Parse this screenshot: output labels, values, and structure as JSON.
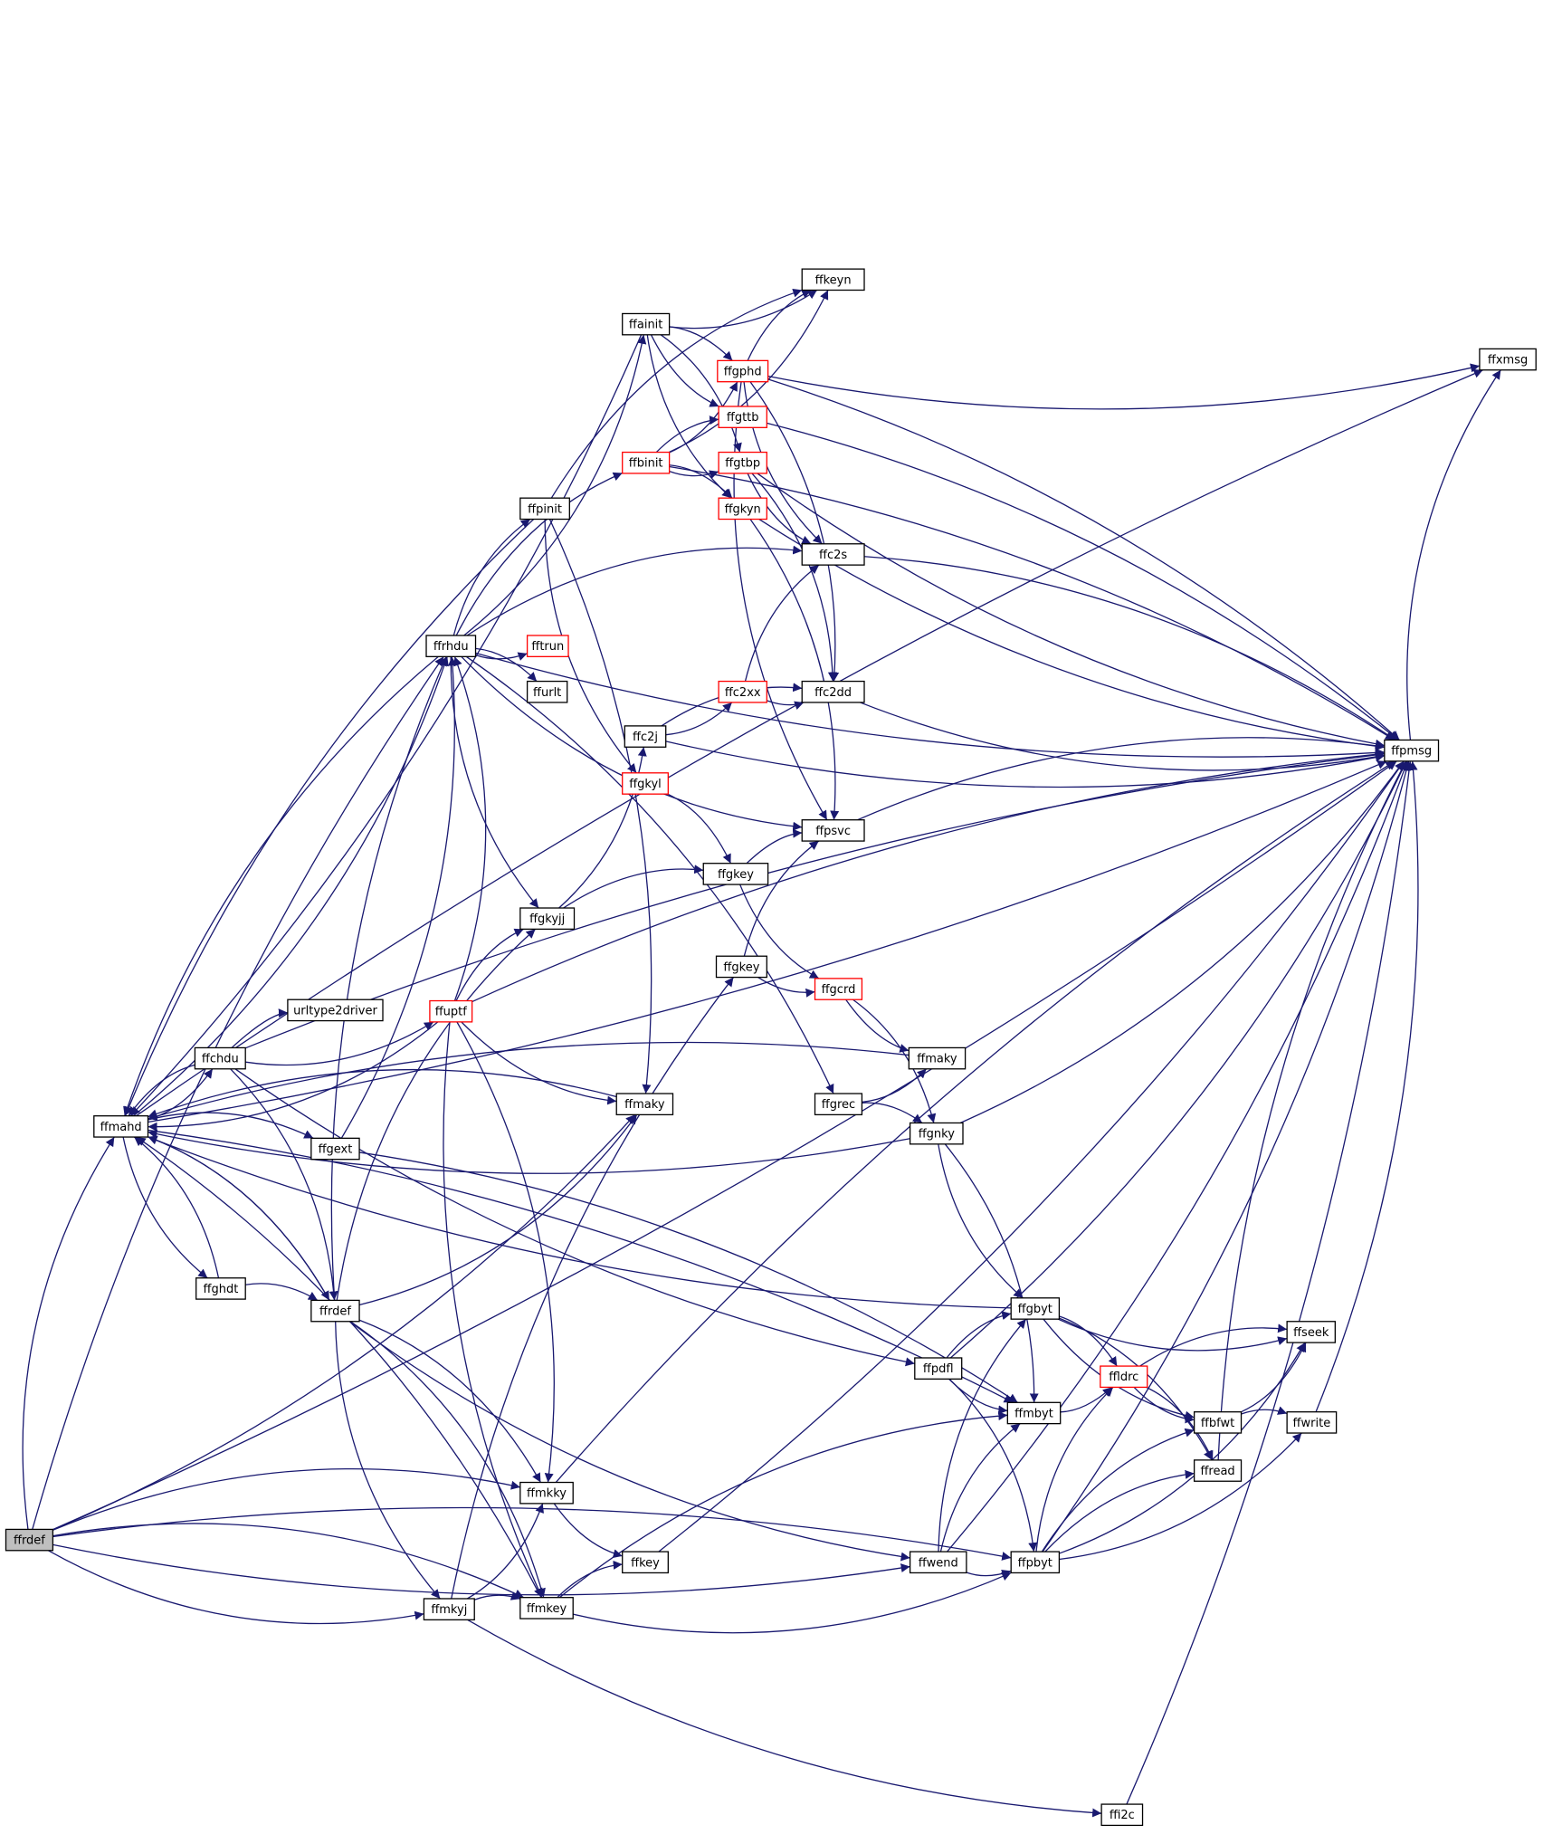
{
  "colors": {
    "edge": "#191970",
    "node_border": "#000000",
    "node_border_truncated": "#ff0000",
    "root_fill": "#bfbfbf",
    "node_fill": "#ffffff"
  },
  "nodes": [
    {
      "id": "ffrdef",
      "label": "ffrdef",
      "root": true
    },
    {
      "id": "ffmahd",
      "label": "ffmahd"
    },
    {
      "id": "ffchdu",
      "label": "ffchdu"
    },
    {
      "id": "ffghdt",
      "label": "ffghdt"
    },
    {
      "id": "ffrdef2",
      "label": "ffrdef"
    },
    {
      "id": "ffgext",
      "label": "ffgext"
    },
    {
      "id": "urltype2driver",
      "label": "urltype2driver"
    },
    {
      "id": "ffrhdu",
      "label": "ffrhdu"
    },
    {
      "id": "ffuptf",
      "label": "ffuptf",
      "truncated": true
    },
    {
      "id": "ffmkyj",
      "label": "ffmkyj"
    },
    {
      "id": "ffmkky",
      "label": "ffmkky"
    },
    {
      "id": "ffmkey",
      "label": "ffmkey"
    },
    {
      "id": "ffpinit",
      "label": "ffpinit"
    },
    {
      "id": "fftrun",
      "label": "fftrun",
      "truncated": true
    },
    {
      "id": "ffurlt",
      "label": "ffurlt"
    },
    {
      "id": "ffgkyjj",
      "label": "ffgkyjj"
    },
    {
      "id": "ffainit",
      "label": "ffainit"
    },
    {
      "id": "ffbinit",
      "label": "ffbinit",
      "truncated": true
    },
    {
      "id": "ffc2j",
      "label": "ffc2j"
    },
    {
      "id": "ffgkyl",
      "label": "ffgkyl",
      "truncated": true
    },
    {
      "id": "ffmaky",
      "label": "ffmaky"
    },
    {
      "id": "ffkey",
      "label": "ffkey"
    },
    {
      "id": "ffgphd",
      "label": "ffgphd",
      "truncated": true
    },
    {
      "id": "ffgttb",
      "label": "ffgttb",
      "truncated": true
    },
    {
      "id": "ffgtbp",
      "label": "ffgtbp",
      "truncated": true
    },
    {
      "id": "ffgkyn",
      "label": "ffgkyn",
      "truncated": true
    },
    {
      "id": "ffc2xx",
      "label": "ffc2xx",
      "truncated": true
    },
    {
      "id": "ffgkey",
      "label": "ffgkey"
    },
    {
      "id": "ffgkey2",
      "label": "ffgkey"
    },
    {
      "id": "ffkeyn",
      "label": "ffkeyn"
    },
    {
      "id": "ffc2s",
      "label": "ffc2s"
    },
    {
      "id": "ffc2dd",
      "label": "ffc2dd"
    },
    {
      "id": "ffpsvc",
      "label": "ffpsvc"
    },
    {
      "id": "ffgcrd",
      "label": "ffgcrd",
      "truncated": true
    },
    {
      "id": "ffgrec",
      "label": "ffgrec"
    },
    {
      "id": "ffwend",
      "label": "ffwend"
    },
    {
      "id": "ffmaky2",
      "label": "ffmaky"
    },
    {
      "id": "ffgnky",
      "label": "ffgnky"
    },
    {
      "id": "ffpdfl",
      "label": "ffpdfl"
    },
    {
      "id": "ffgbyt",
      "label": "ffgbyt"
    },
    {
      "id": "ffmbyt",
      "label": "ffmbyt"
    },
    {
      "id": "ffpbyt",
      "label": "ffpbyt"
    },
    {
      "id": "ffldrc",
      "label": "ffldrc",
      "truncated": true
    },
    {
      "id": "ffseek",
      "label": "ffseek"
    },
    {
      "id": "ffbfwt",
      "label": "ffbfwt"
    },
    {
      "id": "ffwrite",
      "label": "ffwrite"
    },
    {
      "id": "ffread",
      "label": "ffread"
    },
    {
      "id": "ffpmsg",
      "label": "ffpmsg"
    },
    {
      "id": "ffxmsg",
      "label": "ffxmsg"
    },
    {
      "id": "ffi2c",
      "label": "ffi2c"
    }
  ],
  "edges": [
    [
      "ffrdef",
      "ffmahd"
    ],
    [
      "ffrdef",
      "ffmaky"
    ],
    [
      "ffrdef",
      "ffmkky"
    ],
    [
      "ffrdef",
      "ffmkyj"
    ],
    [
      "ffrdef",
      "ffmkey"
    ],
    [
      "ffrdef",
      "ffwend"
    ],
    [
      "ffrdef",
      "ffpbyt"
    ],
    [
      "ffrdef",
      "ffpmsg"
    ],
    [
      "ffrdef",
      "ffrhdu"
    ],
    [
      "ffmahd",
      "ffchdu"
    ],
    [
      "ffmahd",
      "ffgext"
    ],
    [
      "ffmahd",
      "ffghdt"
    ],
    [
      "ffmahd",
      "ffrdef2"
    ],
    [
      "ffmahd",
      "ffrhdu"
    ],
    [
      "ffmahd",
      "ffmbyt"
    ],
    [
      "ffmahd",
      "ffpmsg"
    ],
    [
      "ffmahd",
      "ffxmsg"
    ],
    [
      "ffchdu",
      "ffmahd"
    ],
    [
      "ffchdu",
      "urltype2driver"
    ],
    [
      "ffchdu",
      "ffuptf"
    ],
    [
      "ffchdu",
      "ffrdef2"
    ],
    [
      "ffchdu",
      "ffpdfl"
    ],
    [
      "ffchdu",
      "ffpmsg"
    ],
    [
      "ffghdt",
      "ffmahd"
    ],
    [
      "ffghdt",
      "ffrdef2"
    ],
    [
      "ffrdef2",
      "ffmahd"
    ],
    [
      "ffrdef2",
      "ffrhdu"
    ],
    [
      "ffrdef2",
      "ffmaky"
    ],
    [
      "ffrdef2",
      "ffmkky"
    ],
    [
      "ffrdef2",
      "ffmkyj"
    ],
    [
      "ffrdef2",
      "ffmkey"
    ],
    [
      "ffrdef2",
      "ffwend"
    ],
    [
      "ffrdef2",
      "ffgkyjj"
    ],
    [
      "ffgext",
      "ffrhdu"
    ],
    [
      "ffgext",
      "ffmbyt"
    ],
    [
      "ffrhdu",
      "ffmahd"
    ],
    [
      "ffrhdu",
      "ffpinit"
    ],
    [
      "ffrhdu",
      "ffainit"
    ],
    [
      "ffrhdu",
      "ffbinit"
    ],
    [
      "ffrhdu",
      "fftrun"
    ],
    [
      "ffrhdu",
      "ffurlt"
    ],
    [
      "ffrhdu",
      "ffgkyjj"
    ],
    [
      "ffrhdu",
      "ffc2s"
    ],
    [
      "ffrhdu",
      "ffpsvc"
    ],
    [
      "ffrhdu",
      "ffgrec"
    ],
    [
      "ffrhdu",
      "ffpmsg"
    ],
    [
      "ffuptf",
      "ffmahd"
    ],
    [
      "ffuptf",
      "ffrhdu"
    ],
    [
      "ffuptf",
      "ffgkyjj"
    ],
    [
      "ffuptf",
      "ffmaky"
    ],
    [
      "ffuptf",
      "ffmkky"
    ],
    [
      "ffuptf",
      "ffmkey"
    ],
    [
      "ffuptf",
      "ffpmsg"
    ],
    [
      "ffmkyj",
      "ffmkky"
    ],
    [
      "ffmkyj",
      "ffmkey"
    ],
    [
      "ffmkyj",
      "ffi2c"
    ],
    [
      "ffmkyj",
      "ffgkey2"
    ],
    [
      "ffmkky",
      "ffkey"
    ],
    [
      "ffmkky",
      "ffpmsg"
    ],
    [
      "ffmkey",
      "ffmahd"
    ],
    [
      "ffmkey",
      "ffmbyt"
    ],
    [
      "ffmkey",
      "ffpbyt"
    ],
    [
      "ffmkey",
      "ffkey"
    ],
    [
      "ffpinit",
      "ffmahd"
    ],
    [
      "ffpinit",
      "ffkeyn"
    ],
    [
      "ffpinit",
      "ffgkyl"
    ],
    [
      "ffpinit",
      "ffmaky"
    ],
    [
      "ffgkyjj",
      "ffc2j"
    ],
    [
      "ffgkyjj",
      "ffgkey"
    ],
    [
      "ffainit",
      "ffkeyn"
    ],
    [
      "ffainit",
      "ffgphd"
    ],
    [
      "ffainit",
      "ffgttb"
    ],
    [
      "ffainit",
      "ffgtbp"
    ],
    [
      "ffainit",
      "ffgkyn"
    ],
    [
      "ffainit",
      "ffmahd"
    ],
    [
      "ffbinit",
      "ffgphd"
    ],
    [
      "ffbinit",
      "ffgttb"
    ],
    [
      "ffbinit",
      "ffgtbp"
    ],
    [
      "ffbinit",
      "ffgkyn"
    ],
    [
      "ffbinit",
      "ffkeyn"
    ],
    [
      "ffbinit",
      "ffpmsg"
    ],
    [
      "ffc2j",
      "ffc2xx"
    ],
    [
      "ffc2j",
      "ffc2dd"
    ],
    [
      "ffc2j",
      "ffpmsg"
    ],
    [
      "ffgkyl",
      "ffgkey"
    ],
    [
      "ffmaky",
      "ffmahd"
    ],
    [
      "ffgphd",
      "ffkeyn"
    ],
    [
      "ffgphd",
      "ffc2s"
    ],
    [
      "ffgphd",
      "ffc2dd"
    ],
    [
      "ffgphd",
      "ffpsvc"
    ],
    [
      "ffgphd",
      "ffpmsg"
    ],
    [
      "ffgphd",
      "ffxmsg"
    ],
    [
      "ffgttb",
      "ffpmsg"
    ],
    [
      "ffgtbp",
      "ffc2s"
    ],
    [
      "ffgtbp",
      "ffc2dd"
    ],
    [
      "ffgtbp",
      "ffpmsg"
    ],
    [
      "ffgkyn",
      "ffpsvc"
    ],
    [
      "ffgkyn",
      "ffpmsg"
    ],
    [
      "ffc2xx",
      "ffc2s"
    ],
    [
      "ffc2xx",
      "ffc2dd"
    ],
    [
      "ffgkey",
      "ffpsvc"
    ],
    [
      "ffgkey",
      "ffgcrd"
    ],
    [
      "ffgkey2",
      "ffpsvc"
    ],
    [
      "ffgkey2",
      "ffgcrd"
    ],
    [
      "ffc2s",
      "ffpmsg"
    ],
    [
      "ffc2dd",
      "ffpmsg"
    ],
    [
      "ffpsvc",
      "ffpmsg"
    ],
    [
      "ffgcrd",
      "ffmaky2"
    ],
    [
      "ffgcrd",
      "ffgnky"
    ],
    [
      "ffgrec",
      "ffmaky2"
    ],
    [
      "ffgrec",
      "ffgnky"
    ],
    [
      "ffmaky2",
      "ffmahd"
    ],
    [
      "ffgnky",
      "ffmahd"
    ],
    [
      "ffgnky",
      "ffgbyt"
    ],
    [
      "ffgnky",
      "ffmbyt"
    ],
    [
      "ffgnky",
      "ffpmsg"
    ],
    [
      "ffwend",
      "ffmbyt"
    ],
    [
      "ffwend",
      "ffpbyt"
    ],
    [
      "ffwend",
      "ffgbyt"
    ],
    [
      "ffwend",
      "ffpmsg"
    ],
    [
      "ffpdfl",
      "ffgbyt"
    ],
    [
      "ffpdfl",
      "ffmbyt"
    ],
    [
      "ffpdfl",
      "ffpbyt"
    ],
    [
      "ffpdfl",
      "ffpmsg"
    ],
    [
      "ffgbyt",
      "ffmahd"
    ],
    [
      "ffgbyt",
      "ffseek"
    ],
    [
      "ffgbyt",
      "ffldrc"
    ],
    [
      "ffgbyt",
      "ffbfwt"
    ],
    [
      "ffgbyt",
      "ffread"
    ],
    [
      "ffmbyt",
      "ffldrc"
    ],
    [
      "ffpbyt",
      "ffldrc"
    ],
    [
      "ffpbyt",
      "ffseek"
    ],
    [
      "ffpbyt",
      "ffbfwt"
    ],
    [
      "ffpbyt",
      "ffwrite"
    ],
    [
      "ffpbyt",
      "ffread"
    ],
    [
      "ffpbyt",
      "ffpmsg"
    ],
    [
      "ffldrc",
      "ffseek"
    ],
    [
      "ffldrc",
      "ffbfwt"
    ],
    [
      "ffldrc",
      "ffread"
    ],
    [
      "ffbfwt",
      "ffseek"
    ],
    [
      "ffbfwt",
      "ffwrite"
    ],
    [
      "ffwrite",
      "ffpmsg"
    ],
    [
      "ffread",
      "ffpmsg"
    ],
    [
      "ffkey",
      "ffpmsg"
    ],
    [
      "ffpmsg",
      "ffxmsg"
    ],
    [
      "ffi2c",
      "ffpmsg"
    ]
  ]
}
